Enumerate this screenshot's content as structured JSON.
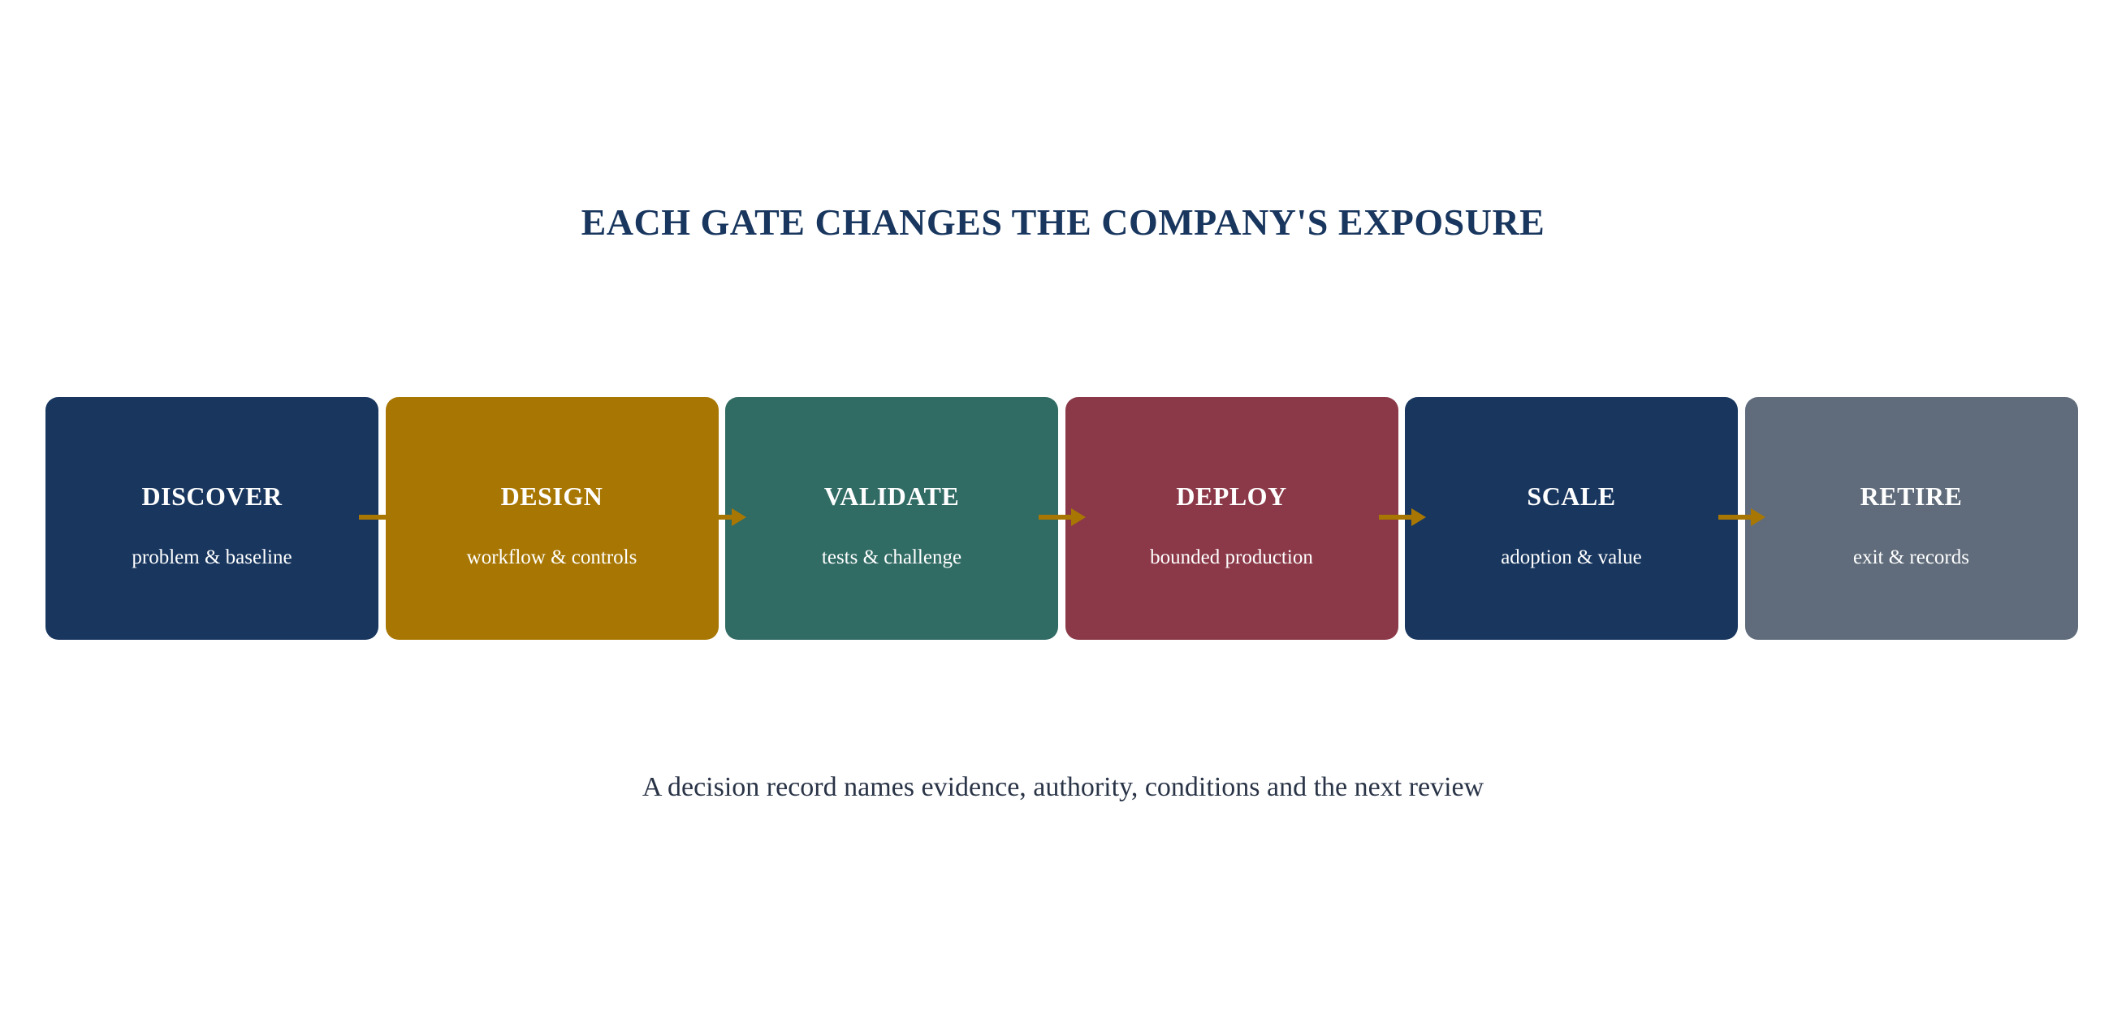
{
  "title": "EACH GATE CHANGES THE COMPANY'S EXPOSURE",
  "stages": [
    {
      "name": "DISCOVER",
      "desc": "problem & baseline",
      "color": "#18365E"
    },
    {
      "name": "DESIGN",
      "desc": "workflow & controls",
      "color": "#A87703"
    },
    {
      "name": "VALIDATE",
      "desc": "tests & challenge",
      "color": "#306B64"
    },
    {
      "name": "DEPLOY",
      "desc": "bounded production",
      "color": "#8B3948"
    },
    {
      "name": "SCALE",
      "desc": "adoption & value",
      "color": "#18365E"
    },
    {
      "name": "RETIRE",
      "desc": "exit & records",
      "color": "#606C7B"
    }
  ],
  "caption": "A decision record names evidence, authority, conditions and the next review",
  "colors": {
    "title": "#18365E",
    "caption": "#2A3447",
    "arrow": "#A87703",
    "stage_text": "#FFFFFF"
  }
}
